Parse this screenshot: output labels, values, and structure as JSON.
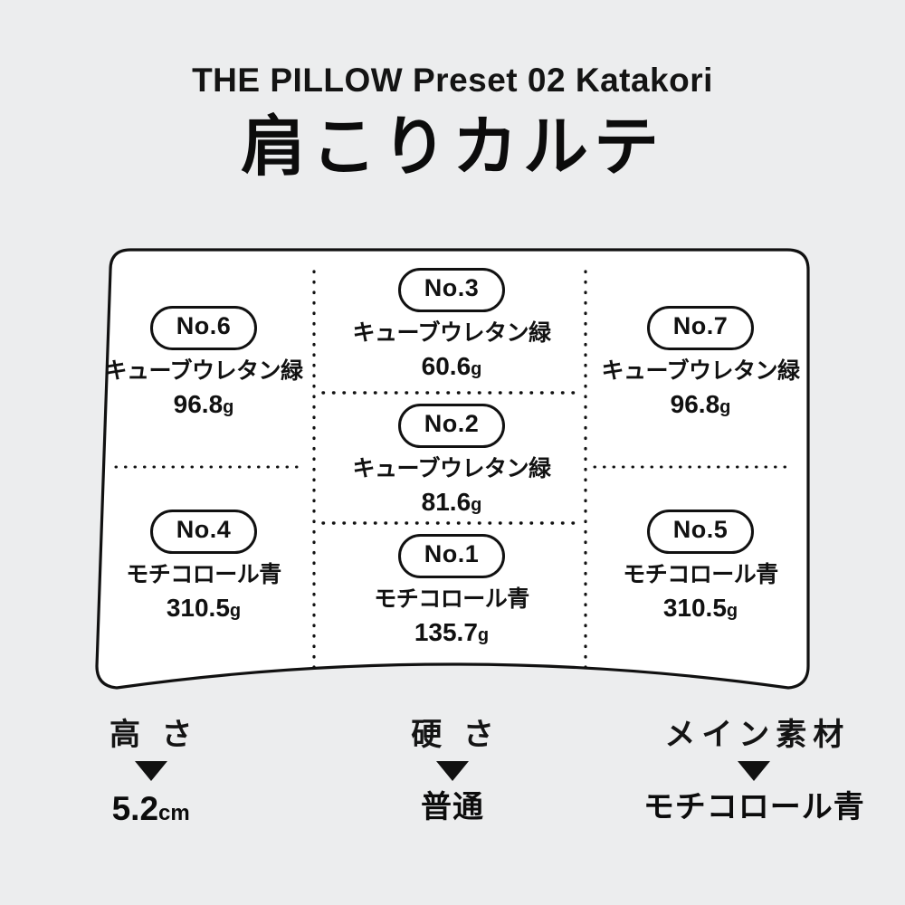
{
  "header": {
    "title_en": "THE PILLOW Preset 02 Katakori",
    "title_jp": "肩こりカルテ"
  },
  "diagram": {
    "name": "pillow-chamber-map",
    "outline_color": "#111111",
    "fill_color": "#ffffff",
    "divider_style": "dotted",
    "chambers": [
      {
        "id": "no6",
        "badge": "No.6",
        "material": "キューブウレタン緑",
        "weight": "96.8",
        "unit": "g",
        "position": "left-top"
      },
      {
        "id": "no4",
        "badge": "No.4",
        "material": "モチコロール青",
        "weight": "310.5",
        "unit": "g",
        "position": "left-bottom"
      },
      {
        "id": "no3",
        "badge": "No.3",
        "material": "キューブウレタン緑",
        "weight": "60.6",
        "unit": "g",
        "position": "center-top"
      },
      {
        "id": "no2",
        "badge": "No.2",
        "material": "キューブウレタン緑",
        "weight": "81.6",
        "unit": "g",
        "position": "center-middle"
      },
      {
        "id": "no1",
        "badge": "No.1",
        "material": "モチコロール青",
        "weight": "135.7",
        "unit": "g",
        "position": "center-bottom"
      },
      {
        "id": "no7",
        "badge": "No.7",
        "material": "キューブウレタン緑",
        "weight": "96.8",
        "unit": "g",
        "position": "right-top"
      },
      {
        "id": "no5",
        "badge": "No.5",
        "material": "モチコロール青",
        "weight": "310.5",
        "unit": "g",
        "position": "right-bottom"
      }
    ]
  },
  "summary": [
    {
      "id": "height",
      "label": "高 さ",
      "arrow": "triangle-down-icon",
      "value": "5.2",
      "unit": "cm"
    },
    {
      "id": "firmness",
      "label": "硬 さ",
      "arrow": "triangle-down-icon",
      "value": "普通",
      "unit": ""
    },
    {
      "id": "material",
      "label": "メイン素材",
      "arrow": "triangle-down-icon",
      "value": "モチコロール青",
      "unit": ""
    }
  ]
}
